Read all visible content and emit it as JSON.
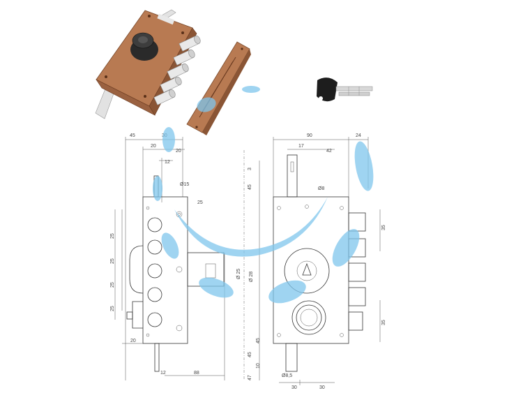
{
  "colors": {
    "lock_body": "#b87a52",
    "lock_body_dark": "#8a5535",
    "chrome": "#e9e9e9",
    "watermark": "#7fc6ec",
    "key_head": "#1d1d1d",
    "line": "#333333"
  },
  "icons": [
    "lock-photo",
    "key-photo",
    "watermark-swoosh"
  ],
  "side_view": {
    "top_dims": [
      "45",
      "30",
      "20",
      "20"
    ],
    "small_dims": [
      "12",
      "Ø15",
      "25"
    ],
    "left_dims": [
      "25",
      "25",
      "25",
      "25"
    ],
    "bottom_dims": [
      "20",
      "12",
      "88"
    ]
  },
  "front_view": {
    "top_dims": [
      "90",
      "24",
      "17",
      "42"
    ],
    "side_dims": [
      "45",
      "3",
      "Ø8",
      "Ø 25",
      "Ø 28",
      "45",
      "47",
      "45",
      "10"
    ],
    "right_dims": [
      "35",
      "35"
    ],
    "bottom_dims": [
      "Ø8,5",
      "30",
      "30"
    ]
  }
}
